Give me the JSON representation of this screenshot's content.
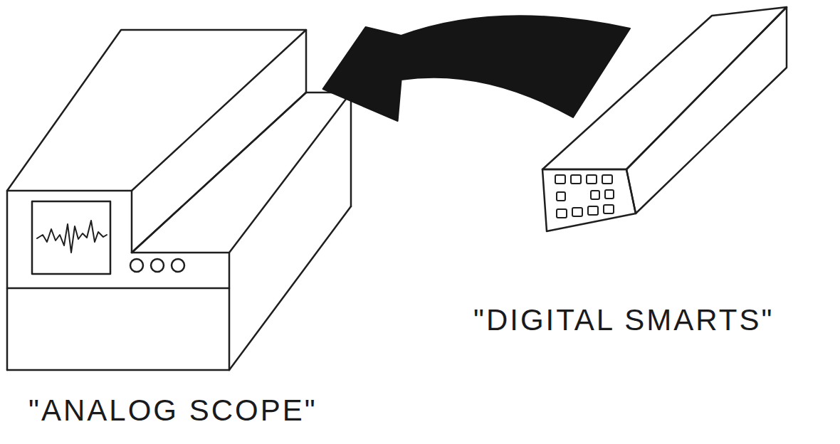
{
  "diagram": {
    "nodes": [
      {
        "text": [
          "\"ANALOG SCOPE\""
        ]
      },
      {
        "text": [
          "\"DIGITAL SMARTS\""
        ]
      }
    ],
    "edges": [
      {
        "from": 1,
        "to": 0,
        "arrow": "to"
      }
    ]
  }
}
